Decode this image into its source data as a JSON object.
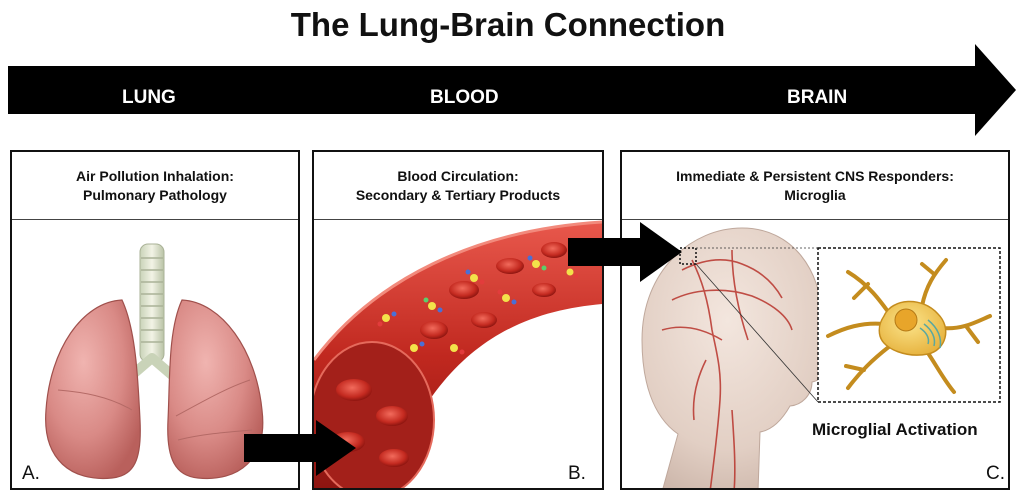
{
  "title": "The Lung-Brain Connection",
  "stages": {
    "lung": "LUNG",
    "blood": "BLOOD",
    "brain": "BRAIN"
  },
  "panels": [
    {
      "heading_line1": "Air Pollution Inhalation:",
      "heading_line2": "Pulmonary Pathology",
      "letter": "A."
    },
    {
      "heading_line1": "Blood Circulation:",
      "heading_line2": "Secondary & Tertiary Products",
      "letter": "B."
    },
    {
      "heading_line1": "Immediate & Persistent CNS Responders:",
      "heading_line2": "Microglia",
      "letter": "C."
    }
  ],
  "microglia_caption": "Microglial Activation",
  "colors": {
    "arrow": "#000000",
    "blood": "#c0281f",
    "lung": "#d98a86",
    "microglia": "#f1c14a"
  }
}
